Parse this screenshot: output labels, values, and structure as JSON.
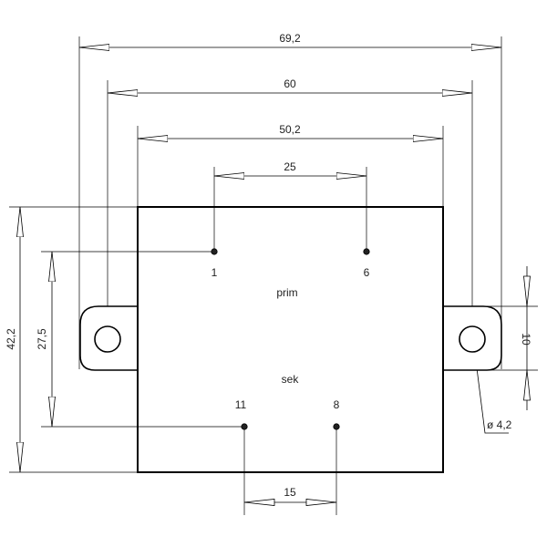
{
  "dimensions": {
    "overall_width": "69,2",
    "mount_spacing": "60",
    "body_width": "50,2",
    "pin_spacing_top": "25",
    "pin_spacing_bottom": "15",
    "body_height": "42,2",
    "pin_row_spacing": "27,5",
    "tab_height": "10",
    "hole_diameter": "ø 4,2"
  },
  "pins": {
    "p1": "1",
    "p6": "6",
    "p11": "11",
    "p8": "8"
  },
  "labels": {
    "primary": "prim",
    "secondary": "sek"
  }
}
